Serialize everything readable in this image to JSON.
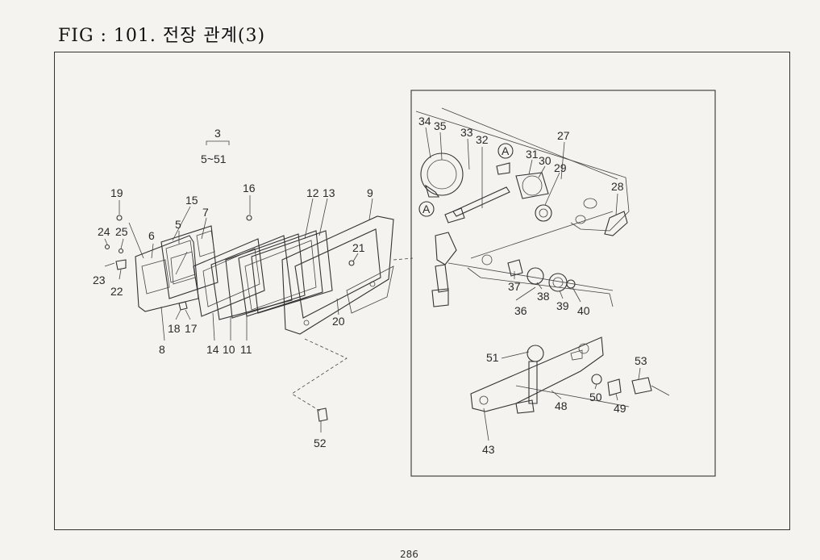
{
  "figure": {
    "title": "FIG : 101. 전장 관계(3)",
    "page_number": "286"
  },
  "callouts": {
    "c3": "3",
    "c5_51": "5~51",
    "c19": "19",
    "c15": "15",
    "c5": "5",
    "c7": "7",
    "c6": "6",
    "c24": "24",
    "c25": "25",
    "c23": "23",
    "c22": "22",
    "c16": "16",
    "c12": "12",
    "c13": "13",
    "c9": "9",
    "c21": "21",
    "c18": "18",
    "c17": "17",
    "c8": "8",
    "c14": "14",
    "c10": "10",
    "c11": "11",
    "c20": "20",
    "c52": "52",
    "c34": "34",
    "c35": "35",
    "c33": "33",
    "c32": "32",
    "c27": "27",
    "c31": "31",
    "c30": "30",
    "c29": "29",
    "c28": "28",
    "cA1": "A",
    "cA2": "A",
    "c37": "37",
    "c38": "38",
    "c39": "39",
    "c40": "40",
    "c36": "36",
    "c51": "51",
    "c53": "53",
    "c50": "50",
    "c49": "49",
    "c48": "48",
    "c43": "43"
  }
}
